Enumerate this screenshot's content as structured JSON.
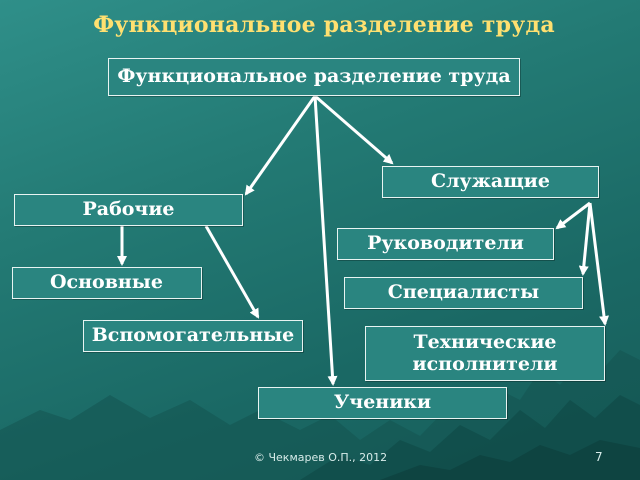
{
  "slide": {
    "title": "Функциональное разделение труда",
    "footer_left": "© Чекмарев О.П., 2012",
    "page_number": "7"
  },
  "diagram": {
    "root": "Функциональное разделение труда",
    "workers": "Рабочие",
    "main_workers": "Основные",
    "auxiliary_workers": "Вспомогательные",
    "employees": "Служащие",
    "managers": "Руководители",
    "specialists": "Специалисты",
    "technical_executors": "Технические исполнители",
    "apprentices": "Ученики"
  },
  "colors": {
    "background": "#237a74",
    "title": "#ffe070",
    "box_fill": "#2a8580",
    "box_border": "#e8f4f2",
    "text": "#ffffff",
    "arrow": "#ffffff"
  }
}
